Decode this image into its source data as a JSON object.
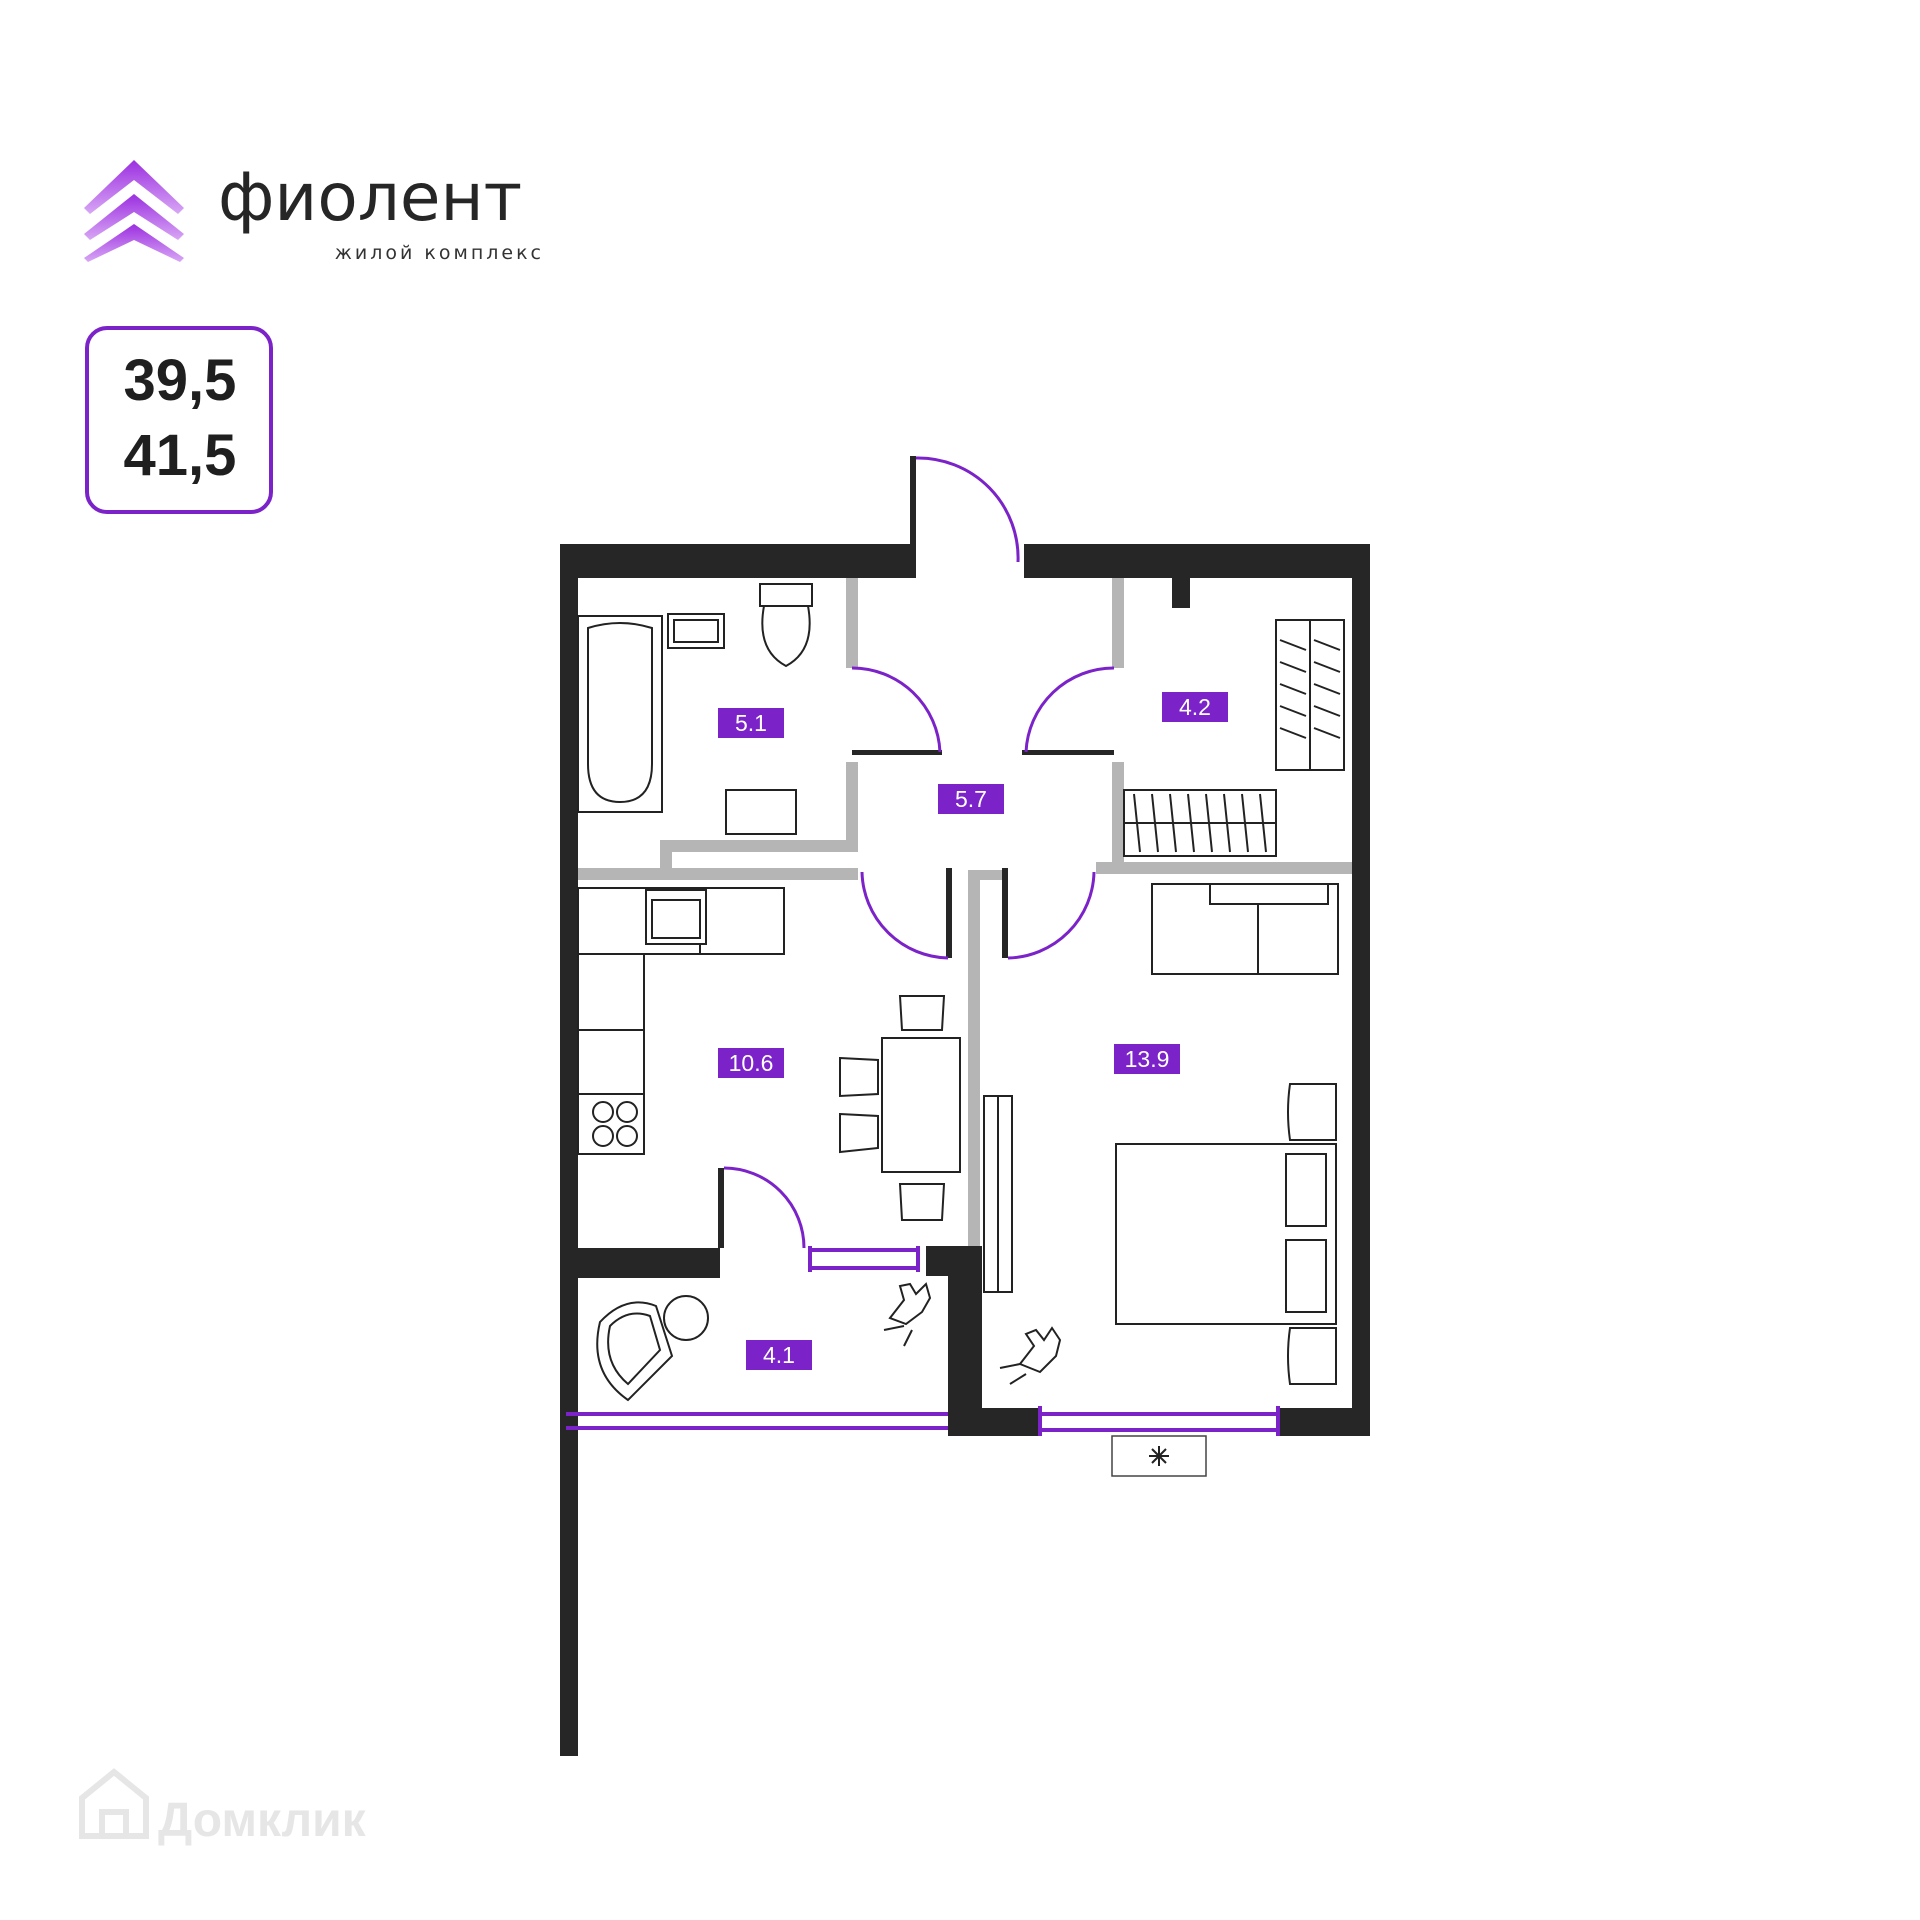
{
  "brand": {
    "name": "фиолент",
    "subtitle": "жилой комплекс"
  },
  "area_badge": {
    "values": [
      "39,5",
      "41,5"
    ]
  },
  "rooms": [
    {
      "id": "bathroom",
      "label": "5.1"
    },
    {
      "id": "hall",
      "label": "5.7"
    },
    {
      "id": "storage",
      "label": "4.2"
    },
    {
      "id": "kitchen",
      "label": "10.6"
    },
    {
      "id": "bedroom",
      "label": "13.9"
    },
    {
      "id": "balcony",
      "label": "4.1"
    }
  ],
  "watermark": {
    "text": "Домклик"
  },
  "colors": {
    "accent": "#7b22c9",
    "wall": "#262626",
    "partition": "#b5b5b5",
    "line": "#222222"
  },
  "icons": [
    "brand-chevrons-icon",
    "compass-star-icon",
    "house-icon"
  ]
}
